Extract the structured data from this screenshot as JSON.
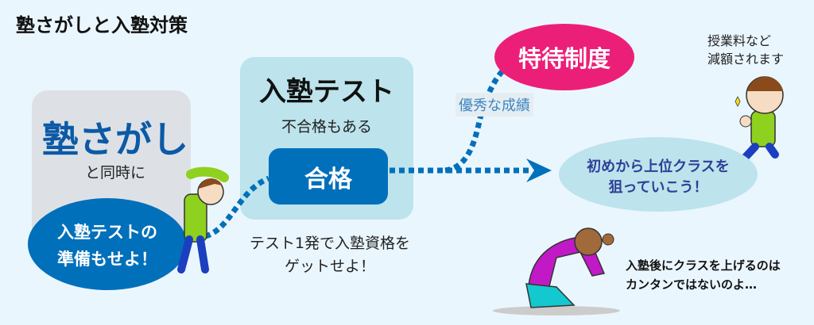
{
  "title": "塾さがしと入塾対策",
  "search": {
    "title": "塾さがし",
    "sub": "と同時に",
    "bubble": [
      "入塾テストの",
      "準備もせよ！"
    ]
  },
  "test": {
    "title": "入塾テスト",
    "sub": "不合格もある",
    "pass": "合格",
    "note": [
      "テスト1発で入塾資格を",
      "ゲットせよ！"
    ]
  },
  "honor_label": "優秀な成績",
  "special": {
    "label": "特待制度",
    "note": [
      "授業料など",
      "減額されます"
    ]
  },
  "upper": {
    "text": [
      "初めから上位クラスを",
      "狙っていこう！"
    ]
  },
  "warning": [
    "入塾後にクラスを上げるのは",
    "カンタンではないのよ…"
  ],
  "colors": {
    "blue": "#0070bb",
    "pink": "#ec1f78",
    "lightblue": "#bde3ec",
    "gray": "#dde1e6"
  }
}
